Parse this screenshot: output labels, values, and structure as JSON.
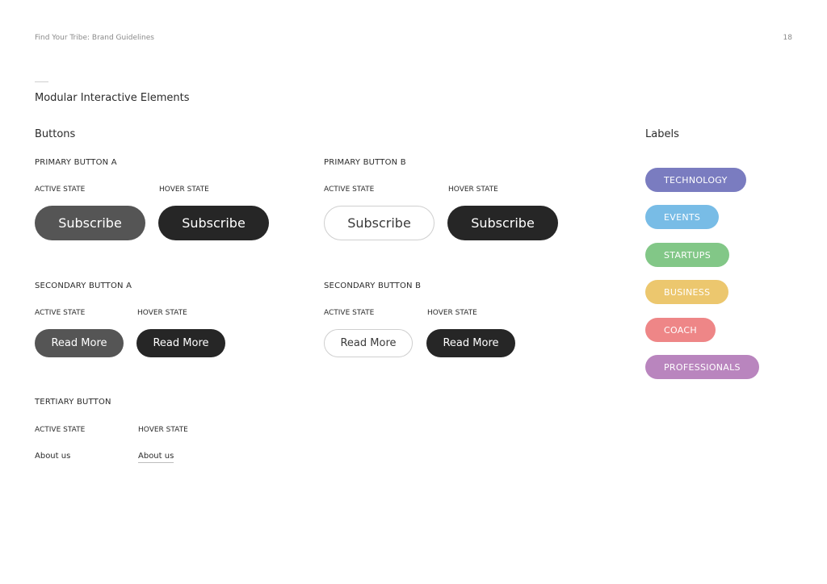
{
  "header": {
    "title": "Find Your Tribe: Brand Guidelines",
    "page_number": "18"
  },
  "section_title": "Modular Interactive Elements",
  "buttons": {
    "title": "Buttons",
    "primary_a": {
      "title": "PRIMARY BUTTON A",
      "active_label": "ACTIVE STATE",
      "hover_label": "HOVER STATE",
      "active_text": "Subscribe",
      "hover_text": "Subscribe"
    },
    "primary_b": {
      "title": "PRIMARY BUTTON B",
      "active_label": "ACTIVE STATE",
      "hover_label": "HOVER STATE",
      "active_text": "Subscribe",
      "hover_text": "Subscribe"
    },
    "secondary_a": {
      "title": "SECONDARY BUTTON A",
      "active_label": "ACTIVE STATE",
      "hover_label": "HOVER STATE",
      "active_text": "Read More",
      "hover_text": "Read More"
    },
    "secondary_b": {
      "title": "SECONDARY BUTTON B",
      "active_label": "ACTIVE STATE",
      "hover_label": "HOVER STATE",
      "active_text": "Read More",
      "hover_text": "Read More"
    },
    "tertiary": {
      "title": "TERTIARY BUTTON",
      "active_label": "ACTIVE STATE",
      "hover_label": "HOVER STATE",
      "active_text": "About us",
      "hover_text": "About us"
    }
  },
  "labels": {
    "title": "Labels",
    "items": [
      {
        "text": "TECHNOLOGY",
        "color": "#7a7cc0"
      },
      {
        "text": "EVENTS",
        "color": "#78bce6"
      },
      {
        "text": "STARTUPS",
        "color": "#82c787"
      },
      {
        "text": "BUSINESS",
        "color": "#ecc76e"
      },
      {
        "text": "COACH",
        "color": "#ee8687"
      },
      {
        "text": "PROFESSIONALS",
        "color": "#b985be"
      }
    ]
  }
}
